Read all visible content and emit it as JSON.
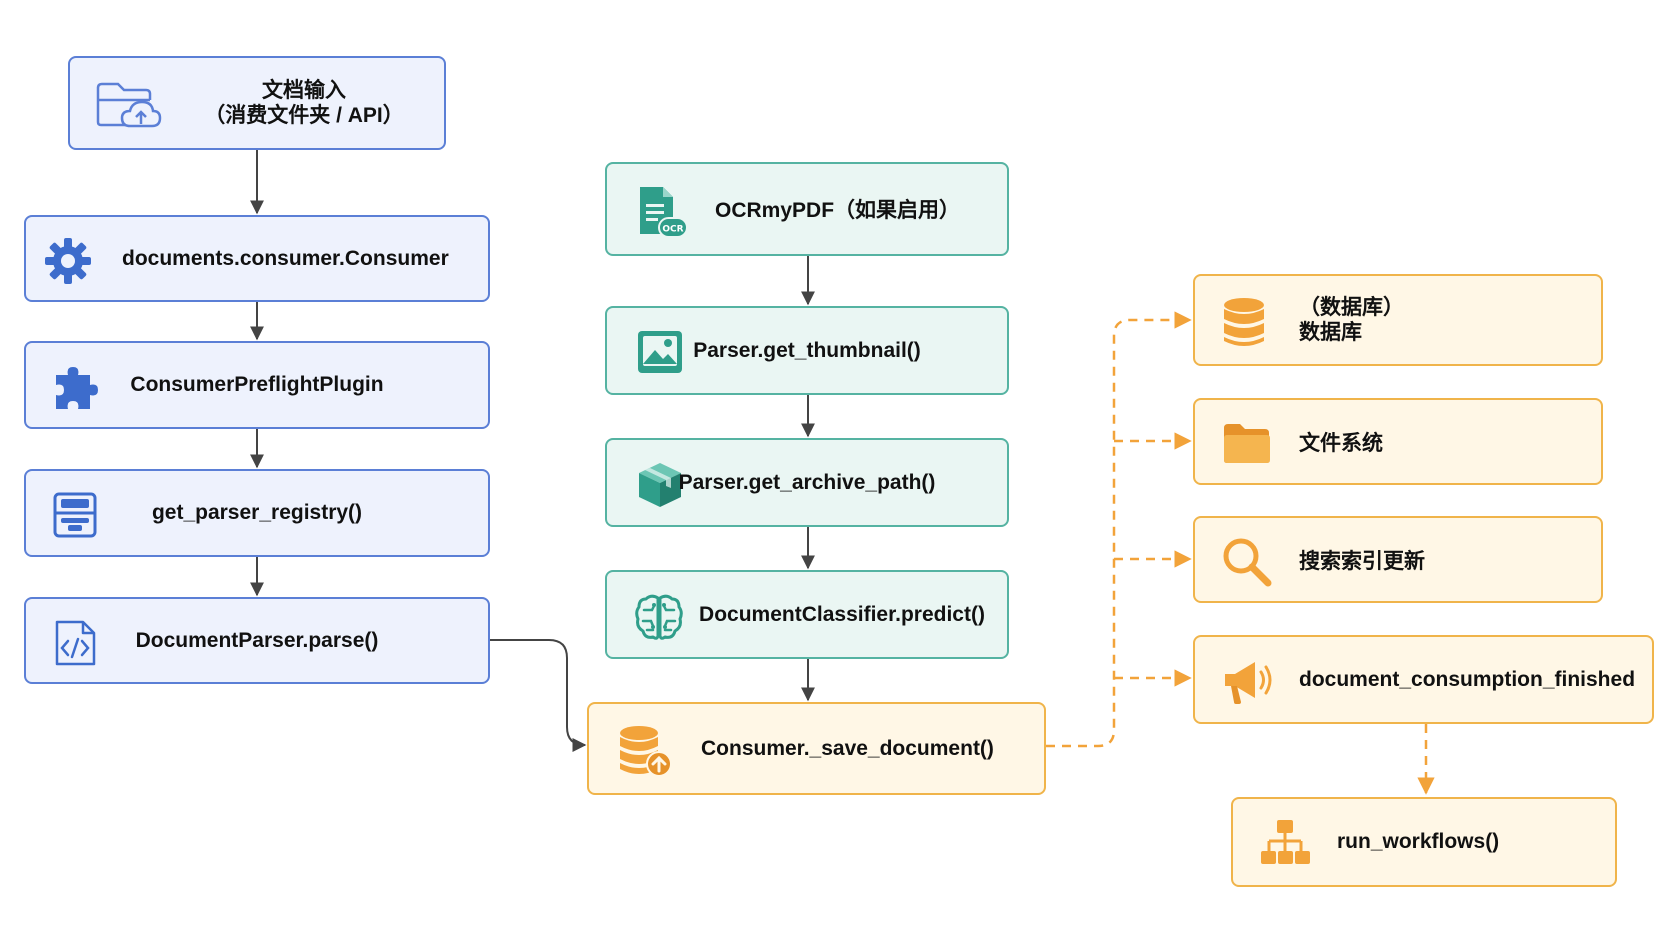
{
  "colors": {
    "blue_border": "#5b7fd6",
    "blue_fill": "#eef2fd",
    "teal_border": "#55b3a2",
    "teal_fill": "#eaf6f3",
    "amber_border": "#f0b44a",
    "amber_fill": "#fff7e6",
    "arrow_gray": "#444444",
    "arrow_orange": "#f2a33a"
  },
  "nodes": {
    "doc_input": {
      "line1": "文档输入",
      "line2": "（消费文件夹 / API）",
      "icon": "folder-upload-icon"
    },
    "consumer": {
      "label": "documents.consumer.Consumer",
      "icon": "gear-icon"
    },
    "preflight": {
      "label": "ConsumerPreflightPlugin",
      "icon": "puzzle-icon"
    },
    "registry": {
      "label": "get_parser_registry()",
      "icon": "archive-box-icon"
    },
    "parser_parse": {
      "label": "DocumentParser.parse()",
      "icon": "code-file-icon"
    },
    "ocrmypdf": {
      "label": "OCRmyPDF（如果启用）",
      "icon": "ocr-document-icon"
    },
    "thumbnail": {
      "label": "Parser.get_thumbnail()",
      "icon": "image-icon"
    },
    "archive_path": {
      "label": "Parser.get_archive_path()",
      "icon": "package-icon"
    },
    "classifier": {
      "label": "DocumentClassifier.predict()",
      "icon": "brain-icon"
    },
    "save_doc": {
      "label": "Consumer._save_document()",
      "icon": "database-save-icon"
    },
    "database": {
      "line1": "（数据库）",
      "line2": "数据库",
      "icon": "database-icon"
    },
    "filesystem": {
      "label": "文件系统",
      "icon": "folder-icon"
    },
    "search_index": {
      "label": "搜索索引更新",
      "icon": "search-icon"
    },
    "signal": {
      "label": "document_consumption_finished",
      "icon": "megaphone-icon"
    },
    "workflows": {
      "label": "run_workflows()",
      "icon": "workflow-tree-icon"
    }
  }
}
